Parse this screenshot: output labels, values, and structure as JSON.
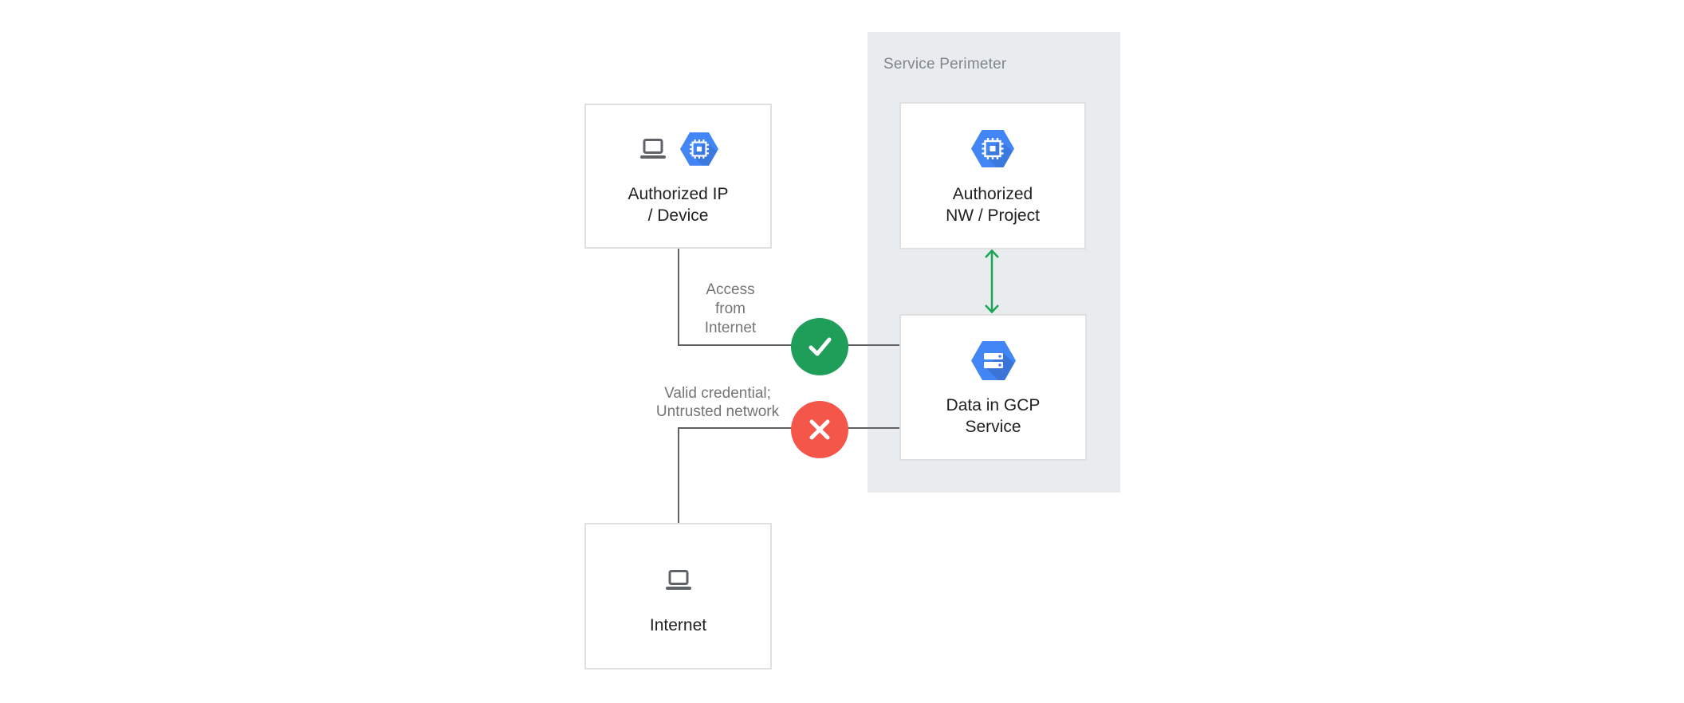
{
  "perimeter": {
    "title": "Service Perimeter"
  },
  "nodes": {
    "auth_ip": {
      "line1": "Authorized IP",
      "line2": "/ Device",
      "icons": [
        "laptop-icon",
        "compute-engine-hexagon-icon"
      ]
    },
    "auth_nw": {
      "line1": "Authorized",
      "line2": "NW / Project",
      "icons": [
        "compute-engine-hexagon-icon"
      ]
    },
    "data_gcp": {
      "line1": "Data in GCP",
      "line2": "Service",
      "icons": [
        "storage-hexagon-icon"
      ]
    },
    "internet": {
      "line1": "Internet",
      "icons": [
        "laptop-icon"
      ]
    }
  },
  "connectors": {
    "access": {
      "label_line1": "Access",
      "label_line2": "from",
      "label_line3": "Internet",
      "status": "allowed",
      "status_icon": "check-icon"
    },
    "untrusted": {
      "label_line1": "Valid credential;",
      "label_line2": "Untrusted network",
      "status": "denied",
      "status_icon": "cross-icon"
    },
    "nw_to_data": {
      "type": "bidirectional-arrow",
      "icon": "double-arrow-icon"
    }
  },
  "colors": {
    "panel_bg": "#e9ecee",
    "node_border": "#e0e0e0",
    "node_text": "#202124",
    "muted_text": "#757575",
    "panel_title_text": "#80868b",
    "connector_line": "#616161",
    "success_green": "#1e9e58",
    "arrow_green": "#1aa656",
    "error_red": "#f4564a",
    "gcp_blue": "#4285f4",
    "icon_gray": "#5f6368"
  }
}
